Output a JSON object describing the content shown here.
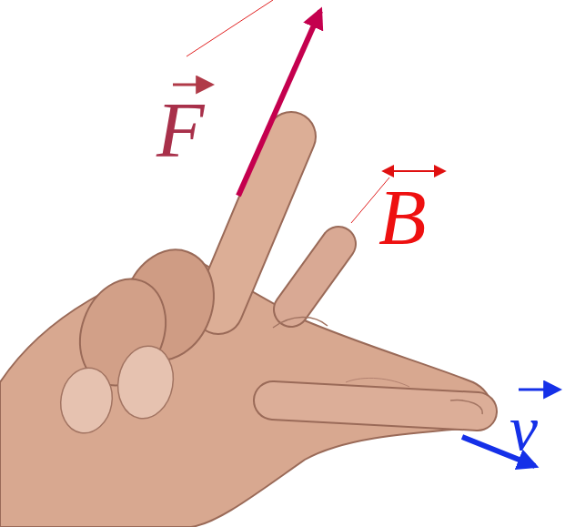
{
  "diagram": {
    "labels": [
      "F",
      "B",
      "v"
    ]
  }
}
